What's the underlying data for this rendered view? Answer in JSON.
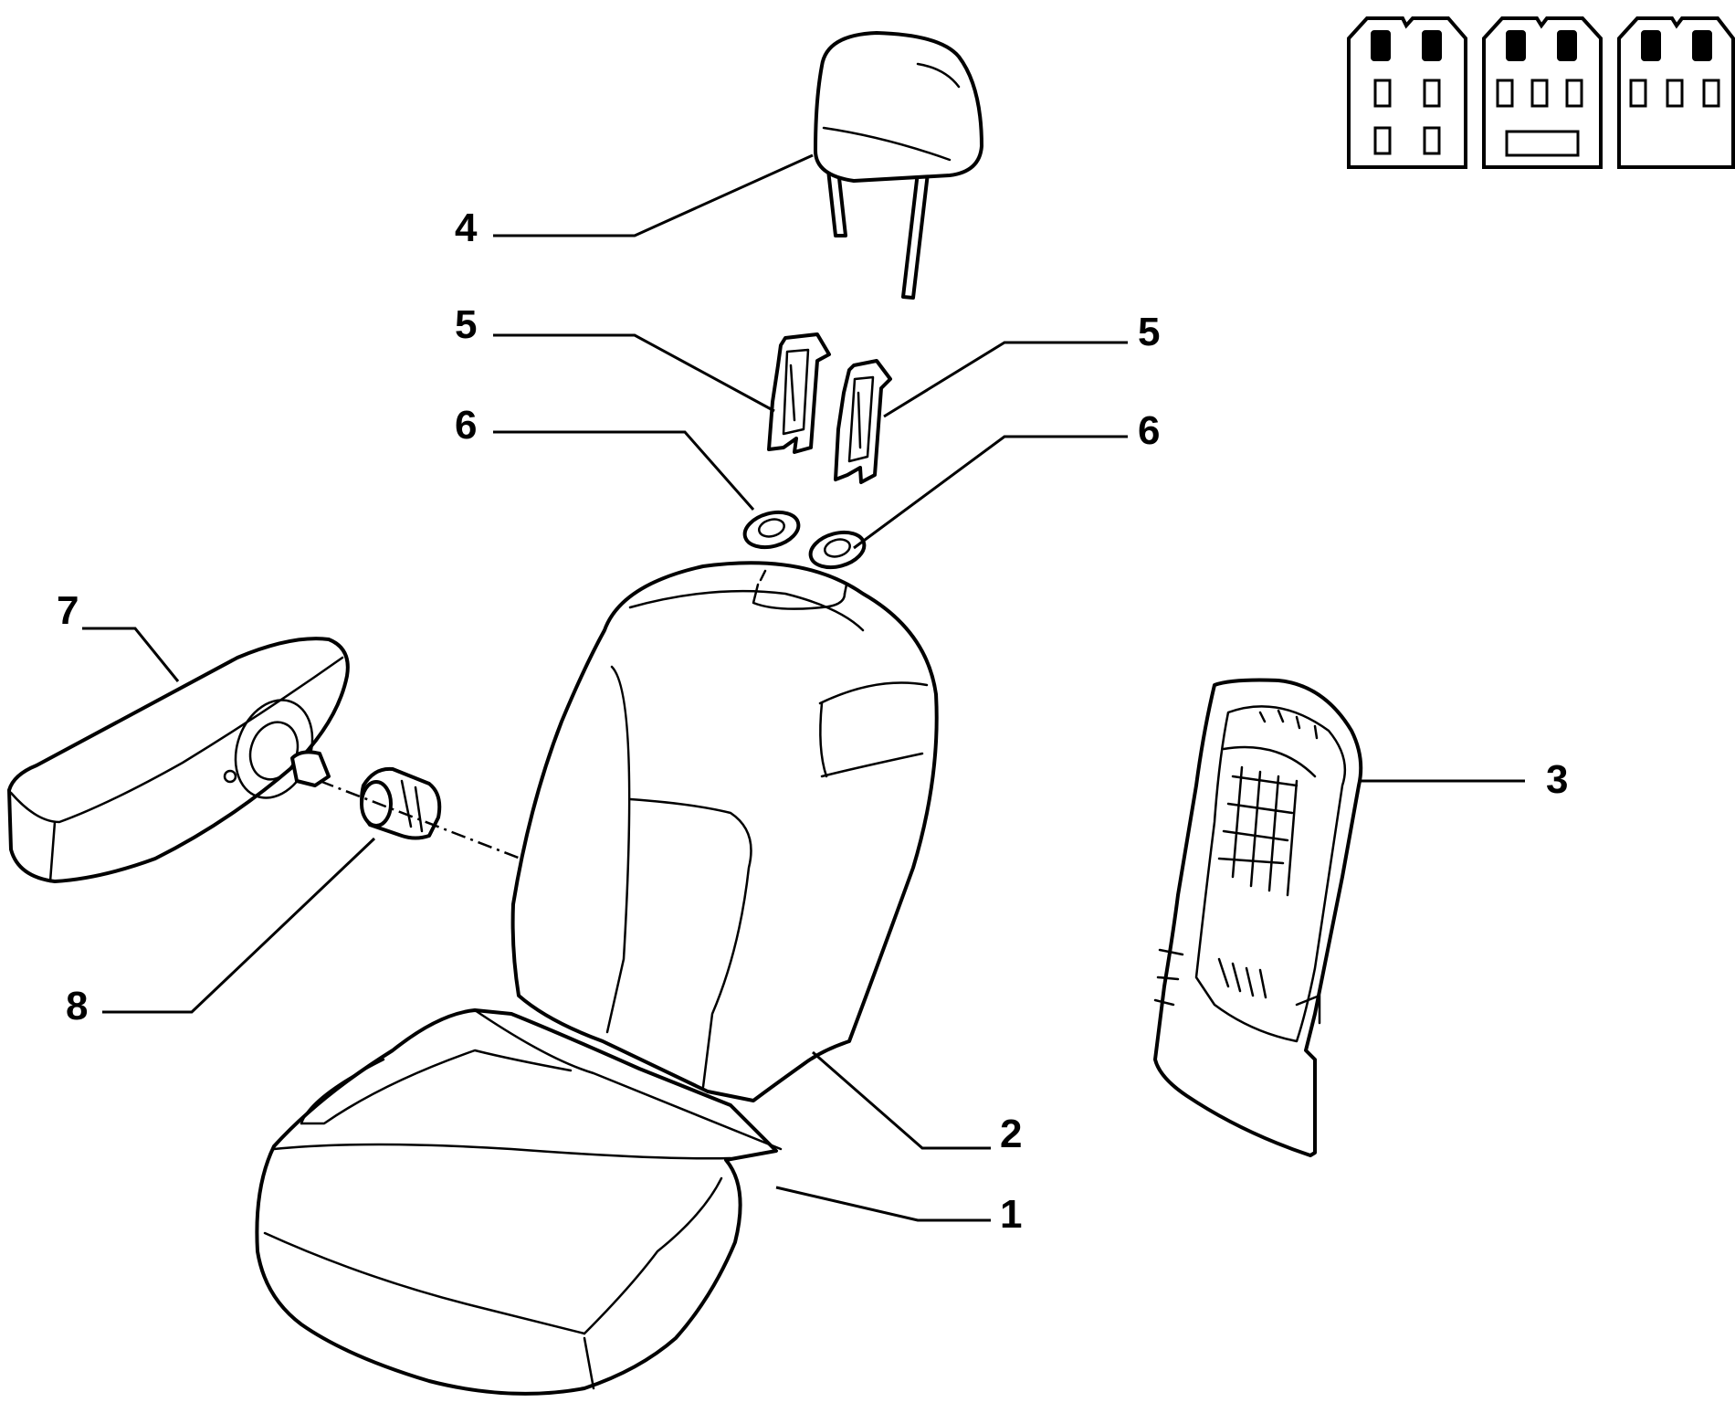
{
  "callouts": [
    {
      "id": "seat-cushion",
      "label": "1"
    },
    {
      "id": "backrest",
      "label": "2"
    },
    {
      "id": "backrest-rear-panel",
      "label": "3"
    },
    {
      "id": "headrest",
      "label": "4"
    },
    {
      "id": "headrest-guide-left",
      "label": "5"
    },
    {
      "id": "headrest-guide-right",
      "label": "5"
    },
    {
      "id": "guide-cap-left",
      "label": "6"
    },
    {
      "id": "guide-cap-right",
      "label": "6"
    },
    {
      "id": "armrest",
      "label": "7"
    },
    {
      "id": "armrest-pivot",
      "label": "8"
    }
  ],
  "inset": {
    "layouts": [
      {
        "name": "layout-a",
        "highlighted": "front-row"
      },
      {
        "name": "layout-b",
        "highlighted": "front-row"
      },
      {
        "name": "layout-c",
        "highlighted": "front-row"
      }
    ]
  },
  "colors": {
    "line": "#000000",
    "background": "#ffffff"
  }
}
